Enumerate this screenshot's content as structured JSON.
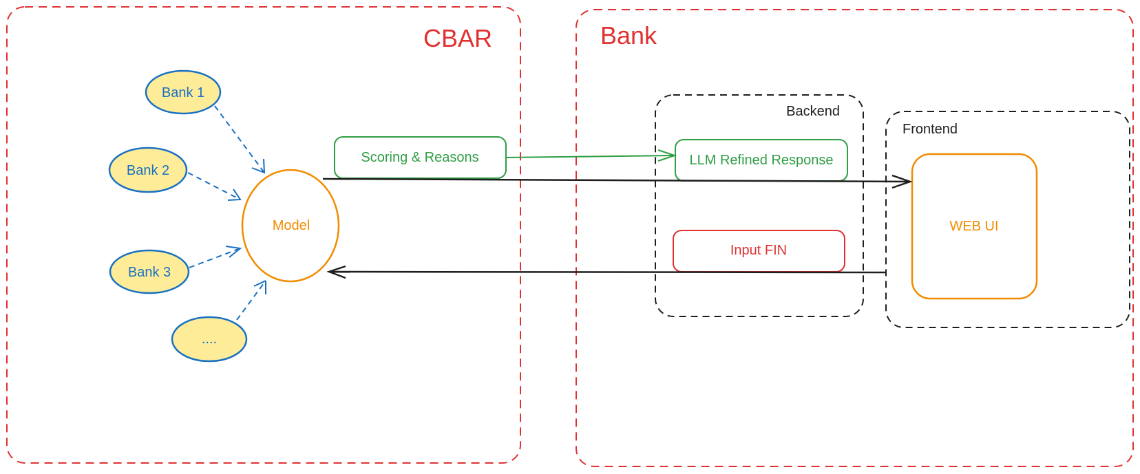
{
  "colors": {
    "red": "#e03131",
    "blue": "#1971c2",
    "orange": "#f08c00",
    "green": "#2f9e44",
    "black": "#1e1e1e",
    "yellow_fill": "#ffec99"
  },
  "groups": {
    "cbar": {
      "title": "CBAR"
    },
    "bank": {
      "title": "Bank"
    },
    "backend": {
      "title": "Backend"
    },
    "frontend": {
      "title": "Frontend"
    }
  },
  "nodes": {
    "bank1": "Bank 1",
    "bank2": "Bank 2",
    "bank3": "Bank 3",
    "more": "....",
    "model": "Model",
    "scoring": "Scoring & Reasons",
    "llm": "LLM Refined Response",
    "input_fin": "Input FIN",
    "web_ui": "WEB UI"
  },
  "edges": [
    {
      "from": "bank1",
      "to": "model",
      "style": "dashed"
    },
    {
      "from": "bank2",
      "to": "model",
      "style": "dashed"
    },
    {
      "from": "bank3",
      "to": "model",
      "style": "dashed"
    },
    {
      "from": "more",
      "to": "model",
      "style": "dashed"
    },
    {
      "from": "scoring",
      "to": "llm",
      "style": "solid"
    },
    {
      "from": "model",
      "to": "web_ui",
      "style": "solid"
    },
    {
      "from": "frontend",
      "to": "model",
      "style": "solid"
    }
  ]
}
